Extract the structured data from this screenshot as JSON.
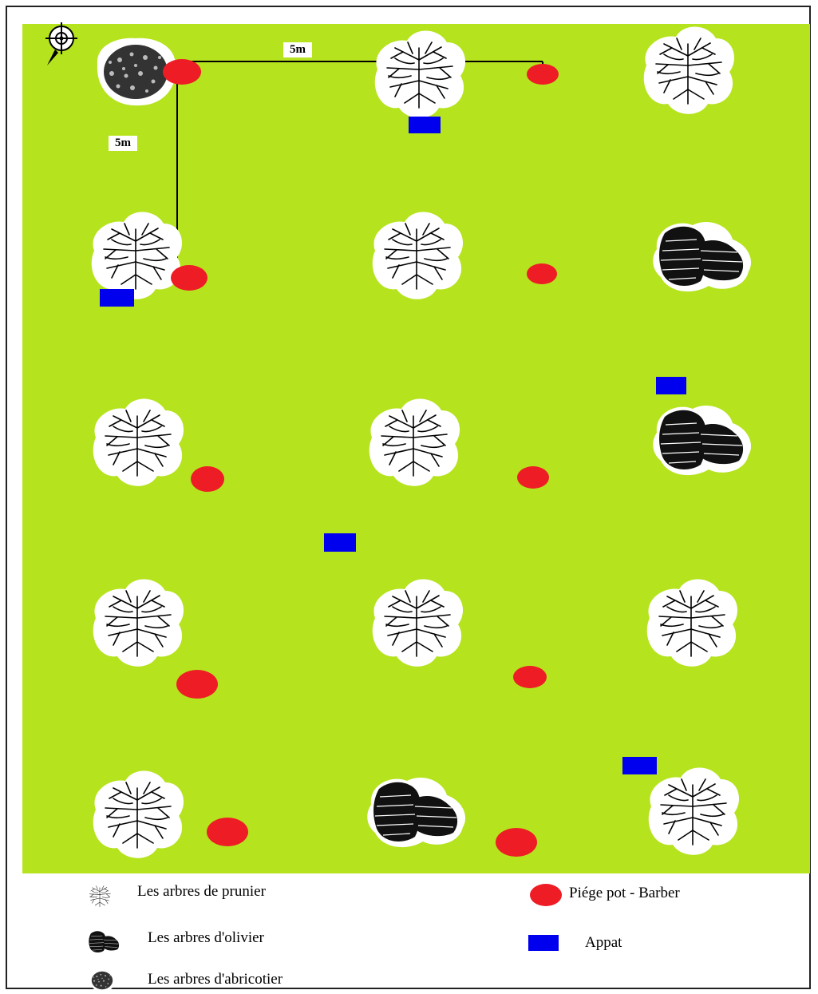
{
  "distance_labels": {
    "horizontal": "5m",
    "vertical": "5m"
  },
  "legend": {
    "plum": "Les arbres de prunier",
    "olive": "Les arbres d'olivier",
    "apricot": "Les arbres d'abricotier",
    "trap": "Piége pot - Barber",
    "bait": "Appat"
  },
  "colors": {
    "field": "#b5e31e",
    "trap": "#ee1c25",
    "bait": "#0000ee"
  },
  "trees": [
    {
      "row": 1,
      "col": 1,
      "species": "apricot"
    },
    {
      "row": 1,
      "col": 2,
      "species": "plum"
    },
    {
      "row": 1,
      "col": 3,
      "species": "plum"
    },
    {
      "row": 2,
      "col": 1,
      "species": "plum"
    },
    {
      "row": 2,
      "col": 2,
      "species": "plum"
    },
    {
      "row": 2,
      "col": 3,
      "species": "olive"
    },
    {
      "row": 3,
      "col": 1,
      "species": "plum"
    },
    {
      "row": 3,
      "col": 2,
      "species": "plum"
    },
    {
      "row": 3,
      "col": 3,
      "species": "olive"
    },
    {
      "row": 4,
      "col": 1,
      "species": "plum"
    },
    {
      "row": 4,
      "col": 2,
      "species": "plum"
    },
    {
      "row": 4,
      "col": 3,
      "species": "plum"
    },
    {
      "row": 5,
      "col": 1,
      "species": "plum"
    },
    {
      "row": 5,
      "col": 2,
      "species": "olive"
    },
    {
      "row": 5,
      "col": 3,
      "species": "plum"
    }
  ],
  "trap_count": 10,
  "bait_count": 5
}
